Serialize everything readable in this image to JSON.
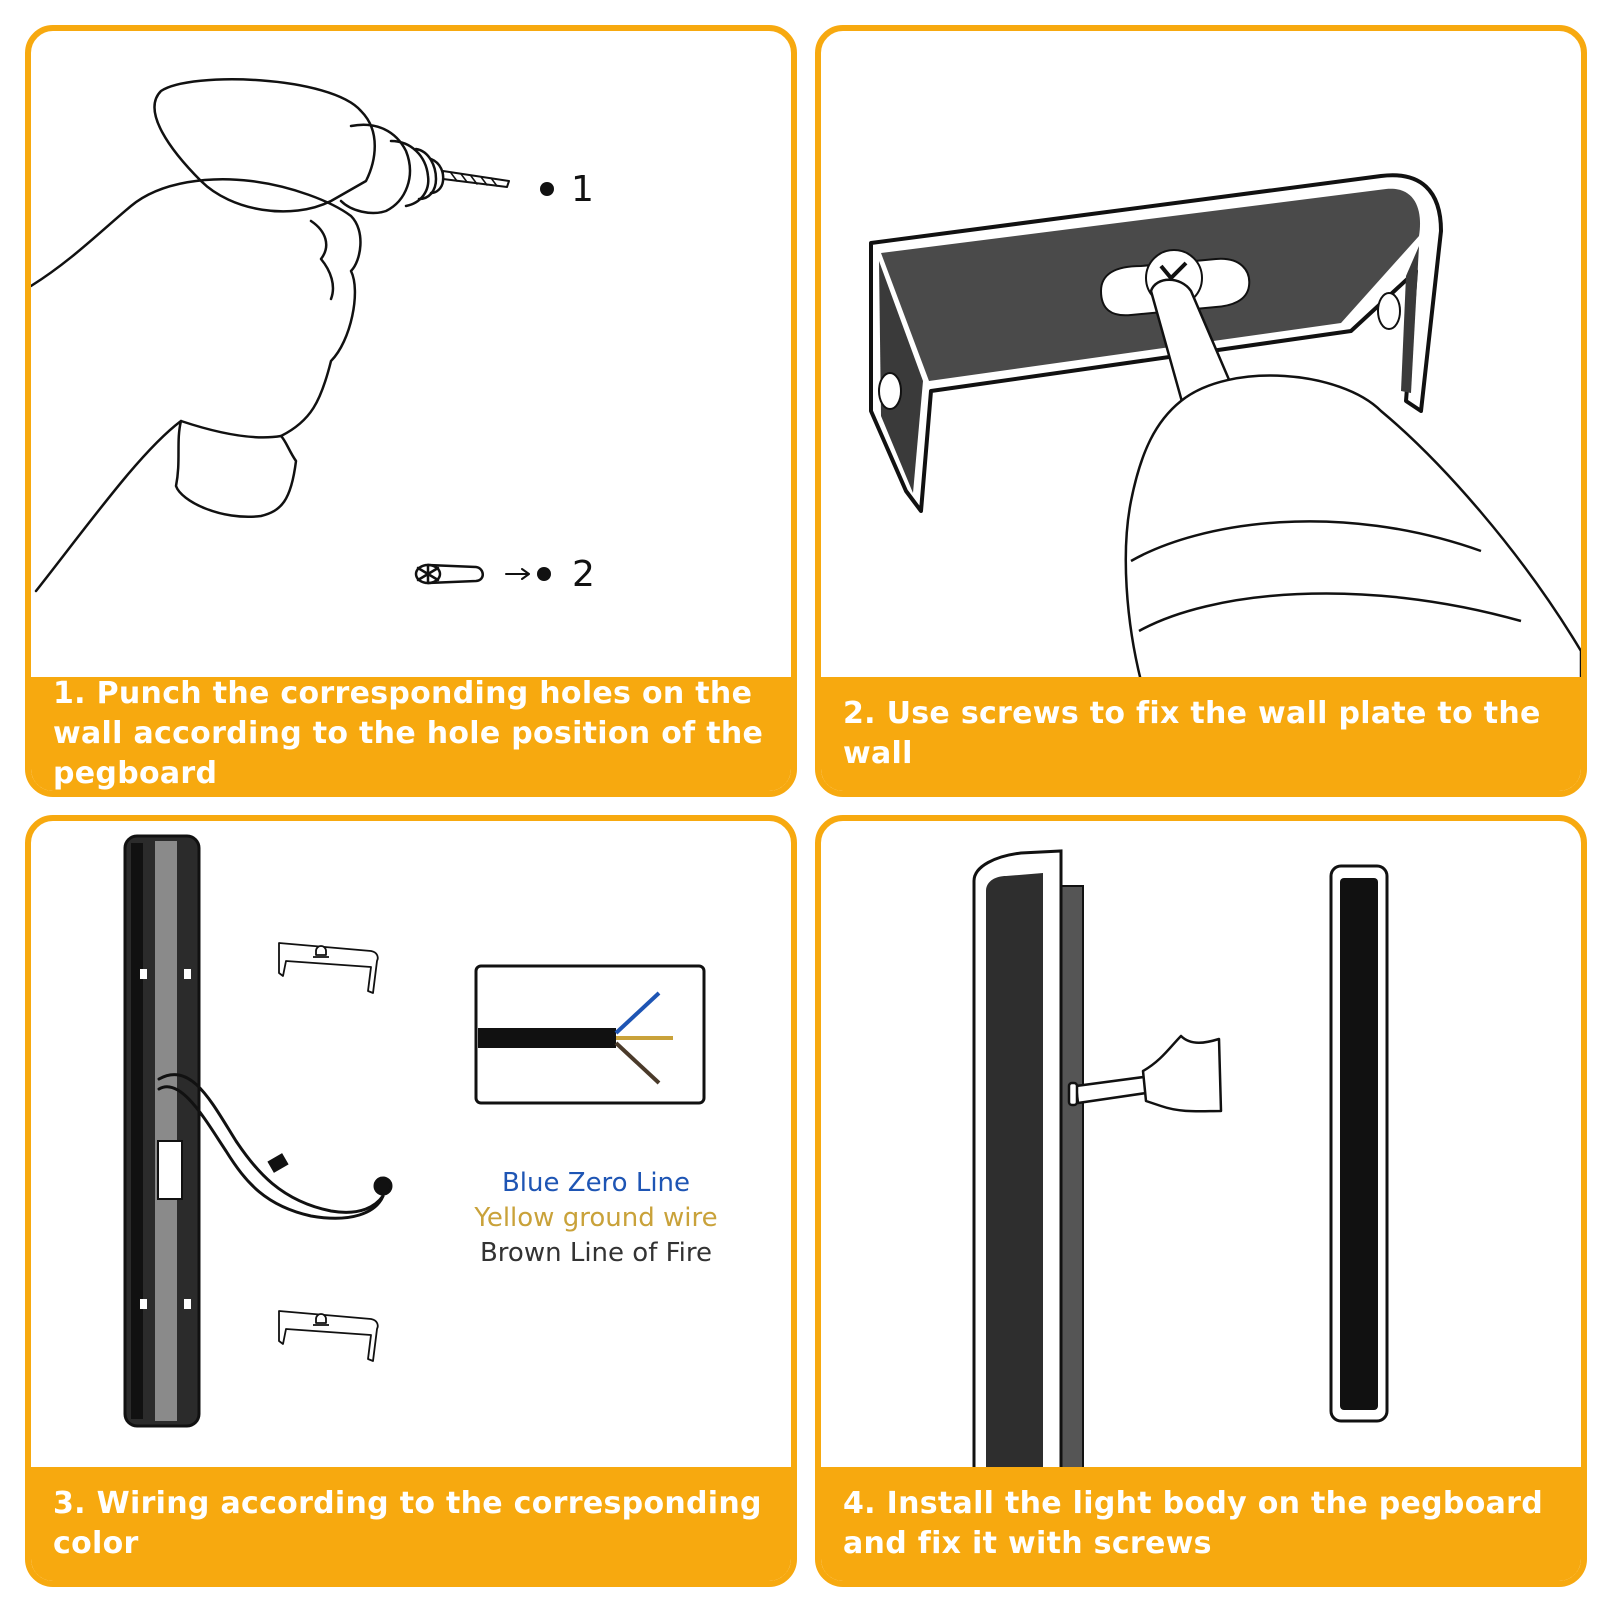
{
  "steps": [
    {
      "caption": "1. Punch the corresponding holes on the wall according to the hole position of the pegboard",
      "labels": {
        "first": "1",
        "second": "2"
      }
    },
    {
      "caption": "2. Use screws to fix the wall plate to the wall"
    },
    {
      "caption": "3. Wiring according to the corresponding color",
      "wire_legend": {
        "blue": "Blue Zero Line",
        "yellow": "Yellow ground wire",
        "brown": "Brown Line of Fire"
      }
    },
    {
      "caption": "4. Install the light body on the pegboard and fix it with screws"
    }
  ],
  "colors": {
    "accent": "#f7a90f",
    "blue_wire": "#1e55b4",
    "yellow_wire": "#c9a23a",
    "brown_wire": "#4a3a2a"
  },
  "icons": [
    "drill-icon",
    "hand-icon",
    "wall-anchor-icon",
    "wall-bracket-icon",
    "screwdriver-icon",
    "light-fixture-icon",
    "cable-icon"
  ]
}
